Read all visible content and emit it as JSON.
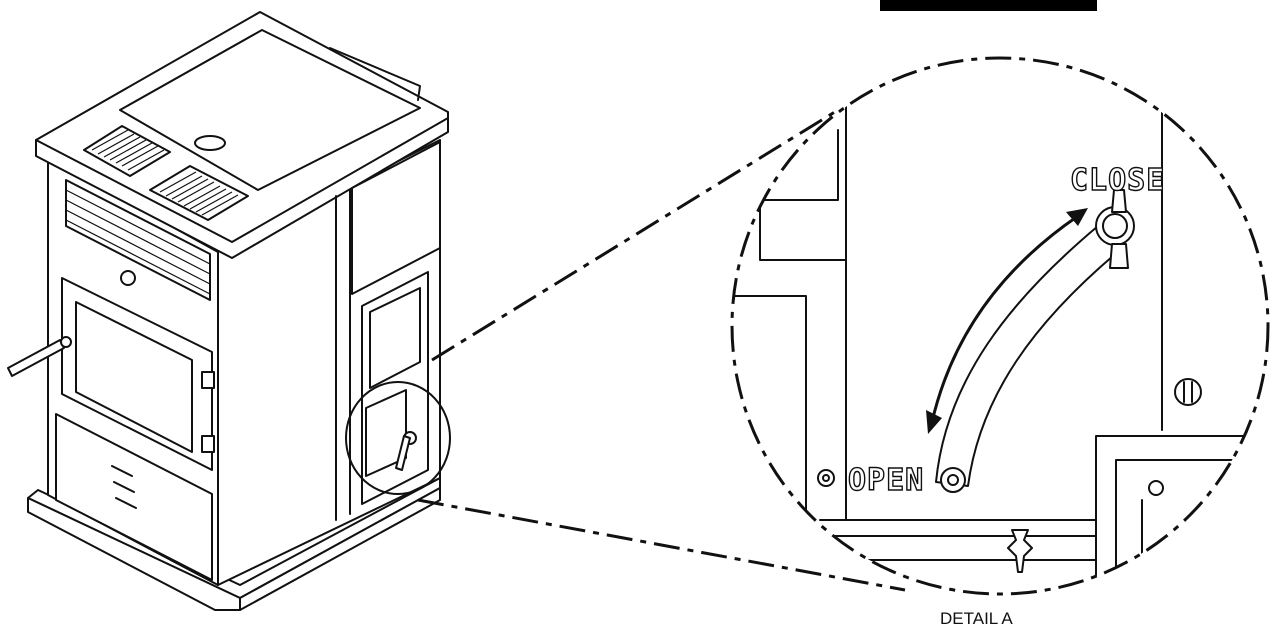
{
  "labels": {
    "close": "CLOSE",
    "open": "OPEN",
    "detail": "DETAIL A"
  },
  "colors": {
    "ink": "#111111",
    "paper": "#ffffff",
    "redaction_bar": "#000000"
  }
}
